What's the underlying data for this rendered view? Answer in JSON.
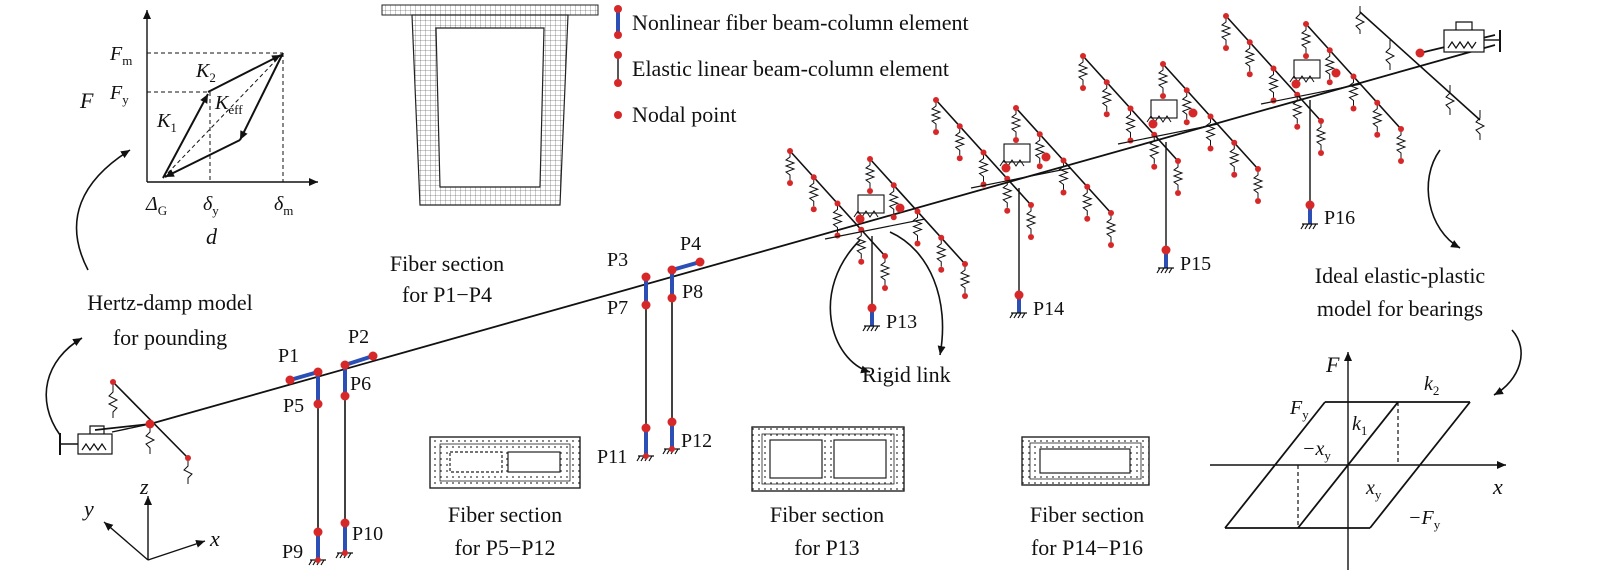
{
  "legend": {
    "fiber_element": "Nonlinear fiber beam-column element",
    "elastic_element": "Elastic linear beam-column element",
    "nodal_point": "Nodal point"
  },
  "hertz_graph": {
    "y_axis": "F",
    "fm": "F",
    "fm_sub": "m",
    "fy": "F",
    "fy_sub": "y",
    "k1": "K",
    "k1_sub": "1",
    "k2": "K",
    "k2_sub": "2",
    "keff": "K",
    "keff_sub": "eff",
    "dg": "Δ",
    "dg_sub": "G",
    "dy": "δ",
    "dy_sub": "y",
    "dm": "δ",
    "dm_sub": "m",
    "x_axis": "d"
  },
  "labels": {
    "hertz_line1": "Hertz-damp model",
    "hertz_line2": "for pounding",
    "fiber_p1p4_line1": "Fiber section",
    "fiber_p1p4_line2": "for P1−P4",
    "fiber_p5p12_line1": "Fiber section",
    "fiber_p5p12_line2": "for P5−P12",
    "fiber_p13_line1": "Fiber section",
    "fiber_p13_line2": "for P13",
    "fiber_p14p16_line1": "Fiber section",
    "fiber_p14p16_line2": "for P14−P16",
    "rigid_link": "Rigid link",
    "bearing_line1": "Ideal elastic-plastic",
    "bearing_line2": "model for bearings"
  },
  "piers": [
    "P1",
    "P2",
    "P3",
    "P4",
    "P5",
    "P6",
    "P7",
    "P8",
    "P9",
    "P10",
    "P11",
    "P12",
    "P13",
    "P14",
    "P15",
    "P16"
  ],
  "axes": {
    "x": "x",
    "y": "y",
    "z": "z"
  },
  "bearing_graph": {
    "F": "F",
    "x": "x",
    "fy": "F",
    "fy_sub": "y",
    "neg_fy": "−F",
    "neg_fy_sub": "y",
    "k1": "k",
    "k1_sub": "1",
    "k2": "k",
    "k2_sub": "2",
    "neg_xy": "−x",
    "neg_xy_sub": "y",
    "xy": "x",
    "xy_sub": "y"
  },
  "colors": {
    "fiber": "#2b4fb5",
    "node": "#d62828",
    "line": "#111111"
  }
}
